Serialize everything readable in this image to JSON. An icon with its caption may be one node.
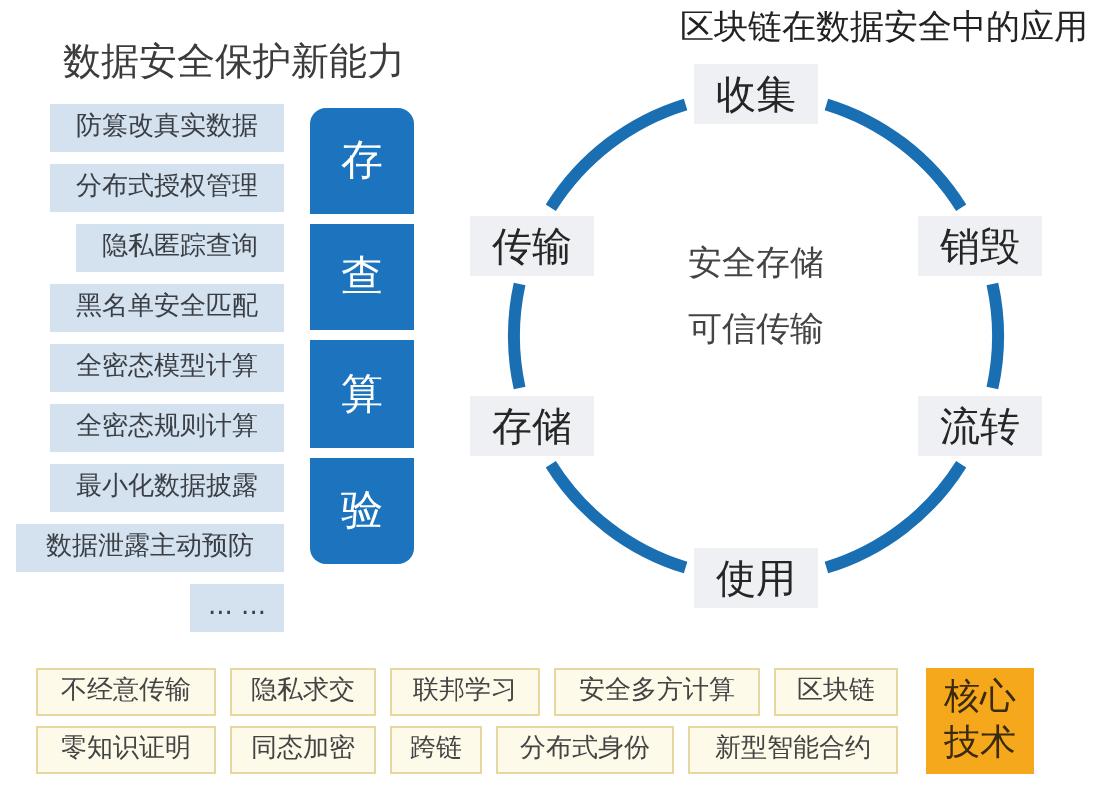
{
  "diagram": {
    "title": "区块链在数据安全中的应用",
    "nodes": [
      {
        "text": [
          "防篡改真实数据"
        ]
      },
      {
        "text": [
          "分布式授权管理"
        ]
      },
      {
        "text": [
          "隐私匿踪查询"
        ]
      },
      {
        "text": [
          "黑名单安全匹配"
        ]
      },
      {
        "text": [
          "全密态模型计算"
        ]
      },
      {
        "text": [
          "全密态规则计算"
        ]
      },
      {
        "text": [
          "最小化数据披露"
        ]
      },
      {
        "text": [
          "数据泄露主动预防"
        ]
      },
      {
        "text": [
          "... ..."
        ]
      },
      {
        "text": [
          "存"
        ]
      },
      {
        "text": [
          "查"
        ]
      },
      {
        "text": [
          "算"
        ]
      },
      {
        "text": [
          "验"
        ]
      },
      {
        "text": [
          "收集"
        ]
      },
      {
        "text": [
          "销毁"
        ]
      },
      {
        "text": [
          "流转"
        ]
      },
      {
        "text": [
          "使用"
        ]
      },
      {
        "text": [
          "存储"
        ]
      },
      {
        "text": [
          "传输"
        ]
      },
      {
        "text": [
          "不经意传输"
        ]
      },
      {
        "text": [
          "隐私求交"
        ]
      },
      {
        "text": [
          "联邦学习"
        ]
      },
      {
        "text": [
          "安全多方计算"
        ]
      },
      {
        "text": [
          "区块链"
        ]
      },
      {
        "text": [
          "零知识证明"
        ]
      },
      {
        "text": [
          "同态加密"
        ]
      },
      {
        "text": [
          "跨链"
        ]
      },
      {
        "text": [
          "分布式身份"
        ]
      },
      {
        "text": [
          "新型智能合约"
        ]
      },
      {
        "text": [
          "核心技术"
        ]
      }
    ],
    "edges": [
      {
        "from": 13,
        "to": 14,
        "arrow": "none"
      },
      {
        "from": 14,
        "to": 15,
        "arrow": "none"
      },
      {
        "from": 15,
        "to": 16,
        "arrow": "none"
      },
      {
        "from": 16,
        "to": 17,
        "arrow": "none"
      },
      {
        "from": 17,
        "to": 18,
        "arrow": "none"
      },
      {
        "from": 18,
        "to": 13,
        "arrow": "none"
      }
    ],
    "labels": [
      "数据安全保护新能力",
      "安全存储",
      "可信传输"
    ]
  }
}
